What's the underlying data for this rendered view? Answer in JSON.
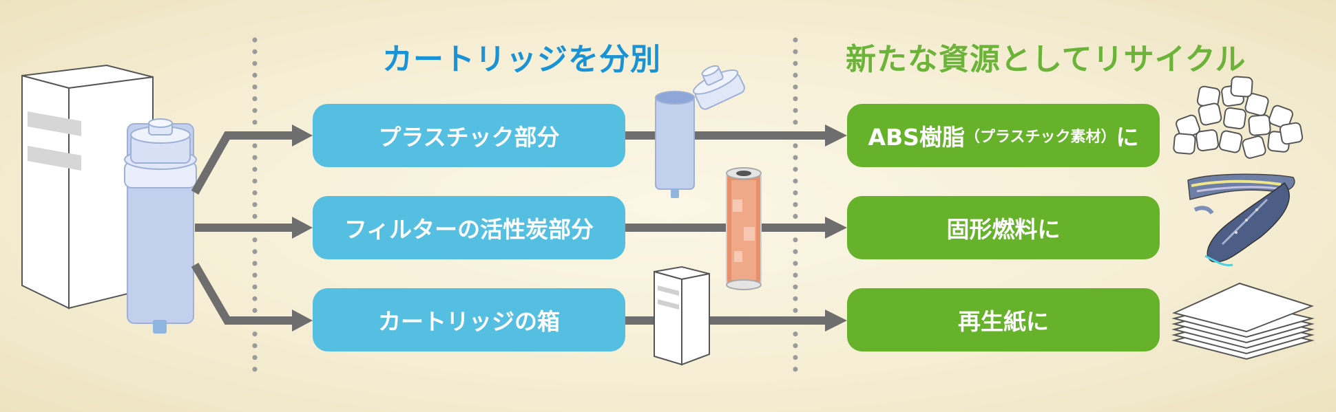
{
  "headings": {
    "separate": "カートリッジを分別",
    "recycle": "新たな資源としてリサイクル"
  },
  "separate_items": [
    {
      "label": "プラスチック部分"
    },
    {
      "label": "フィルターの活性炭部分"
    },
    {
      "label": "カートリッジの箱"
    }
  ],
  "recycle_items": [
    {
      "label_main": "ABS樹脂",
      "label_paren": "（プラスチック素材）",
      "label_suffix": "に"
    },
    {
      "label": "固形燃料に"
    },
    {
      "label": "再生紙に"
    }
  ],
  "colors": {
    "separate_heading": "#1a93d6",
    "recycle_heading": "#6cb33a",
    "blue_box": "#55bfe2",
    "green_box": "#66b22b",
    "arrow": "#6e6e6e",
    "divider": "#9a9a9a"
  }
}
